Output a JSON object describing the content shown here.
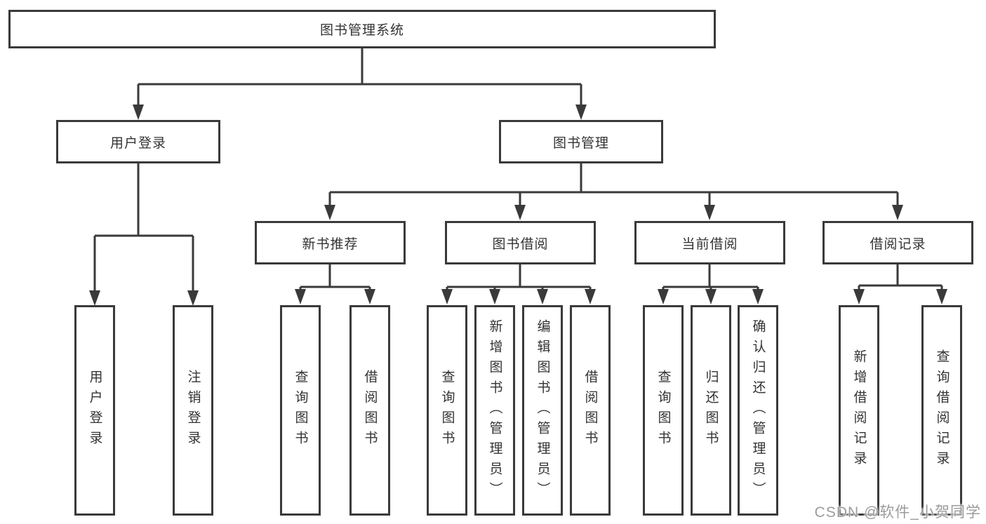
{
  "diagram": {
    "root": "图书管理系统",
    "level2": [
      "用户登录",
      "图书管理"
    ],
    "level3": [
      "新书推荐",
      "图书借阅",
      "当前借阅",
      "借阅记录"
    ],
    "leaves": [
      "用户登录",
      "注销登录",
      "查询图书",
      "借阅图书",
      "查询图书",
      "新增图书（管理员）",
      "编辑图书（管理员）",
      "借阅图书",
      "查询图书",
      "归还图书",
      "确认归还（管理员）",
      "新增借阅记录",
      "查询借阅记录"
    ]
  },
  "watermark": {
    "text": "CSDN @软件_小贺同学"
  },
  "colors": {
    "line": "#3a3a3a",
    "box_border": "#3a3a3a",
    "box_fill": "#ffffff",
    "text": "#333333",
    "watermark": "#9b9b9b",
    "background": "#ffffff"
  }
}
